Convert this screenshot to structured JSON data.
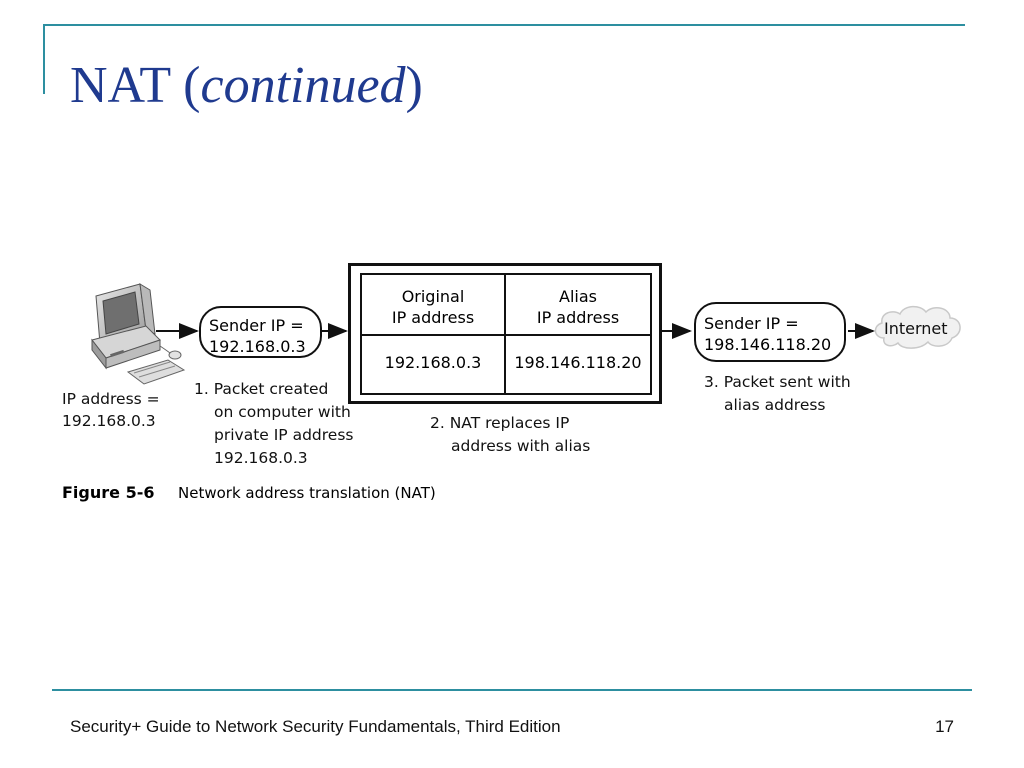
{
  "slide": {
    "title_main": "NAT (",
    "title_italic": "continued",
    "title_close": ")",
    "footer": "Security+ Guide to Network Security Fundamentals, Third Edition",
    "page_number": "17"
  },
  "diagram": {
    "computer": {
      "icon": "desktop-computer-icon",
      "label_line1": "IP address =",
      "label_line2": "192.168.0.3"
    },
    "sender_left": {
      "line1": "Sender IP =",
      "line2": "192.168.0.3"
    },
    "step1": {
      "line1": "1. Packet created",
      "line2": "on computer with",
      "line3": "private IP address",
      "line4": "192.168.0.3"
    },
    "nat_table": {
      "header_original_1": "Original",
      "header_original_2": "IP address",
      "header_alias_1": "Alias",
      "header_alias_2": "IP address",
      "value_original": "192.168.0.3",
      "value_alias": "198.146.118.20"
    },
    "step2": {
      "line1": "2. NAT replaces IP",
      "line2": "address with alias"
    },
    "sender_right": {
      "line1": "Sender IP =",
      "line2": "198.146.118.20"
    },
    "step3": {
      "line1": "3. Packet sent with",
      "line2": "alias address"
    },
    "internet": {
      "icon": "cloud-icon",
      "label": "Internet"
    }
  },
  "figure_caption": {
    "number": "Figure 5-6",
    "text": "Network address translation (NAT)"
  },
  "colors": {
    "title": "#1f3a8f",
    "accent_line": "#2d8fa0"
  }
}
